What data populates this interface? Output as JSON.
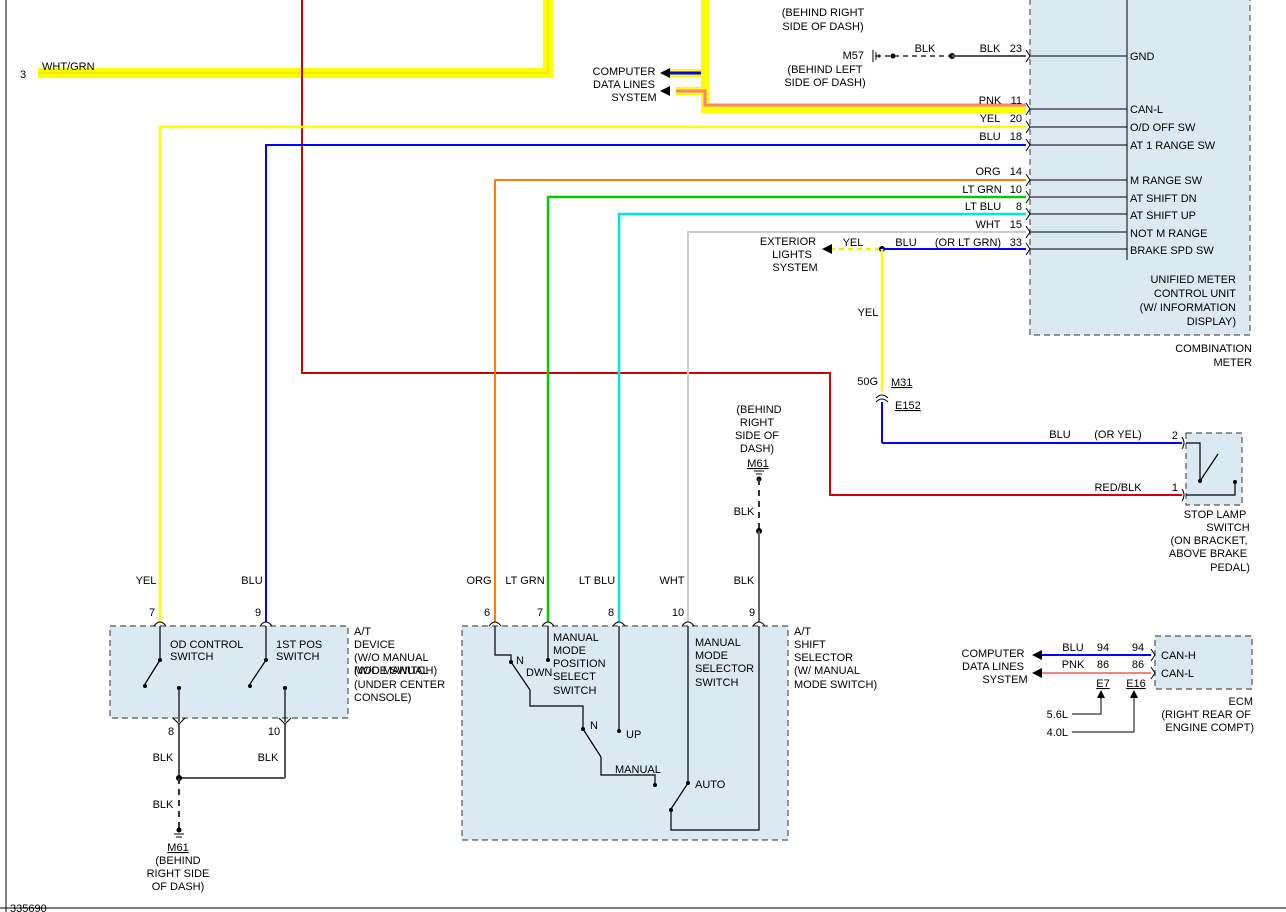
{
  "figure_id": "335690",
  "computer_data_lines": "COMPUTER DATA LINES SYSTEM",
  "combination_meter": {
    "unit_label": [
      "UNIFIED METER",
      "CONTROL UNIT",
      "(W/ INFORMATION",
      "DISPLAY)"
    ],
    "name": [
      "COMBINATION",
      "METER"
    ],
    "pins": [
      {
        "wire": "BLK",
        "pin": "23",
        "name": "GND"
      },
      {
        "wire": "PNK",
        "pin": "11",
        "name": "CAN-L"
      },
      {
        "wire": "YEL",
        "pin": "20",
        "name": "O/D OFF SW"
      },
      {
        "wire": "BLU",
        "pin": "18",
        "name": "AT 1 RANGE SW"
      },
      {
        "wire": "ORG",
        "pin": "14",
        "name": "M RANGE SW"
      },
      {
        "wire": "LT GRN",
        "pin": "10",
        "name": "AT SHIFT DN"
      },
      {
        "wire": "LT BLU",
        "pin": "8",
        "name": "AT SHIFT UP"
      },
      {
        "wire": "WHT",
        "pin": "15",
        "name": "NOT M RANGE"
      },
      {
        "wire": "(OR LT GRN)",
        "pin": "33",
        "name": "BRAKE SPD SW"
      }
    ]
  },
  "ground_m57": {
    "label": "M57",
    "location": [
      "(BEHIND LEFT",
      "SIDE OF DASH)"
    ],
    "wire1": "BLK",
    "top_location": [
      "(BEHIND RIGHT",
      "SIDE OF DASH)"
    ]
  },
  "wht_grn": {
    "pin": "3",
    "wire": "WHT/GRN"
  },
  "exterior_lights": {
    "label": [
      "EXTERIOR",
      "LIGHTS",
      "SYSTEM"
    ],
    "wire_yel": "YEL",
    "wire_blu": "BLU",
    "wire_down": "YEL"
  },
  "connector_m31": {
    "pin": "50G",
    "top": "M31",
    "bottom": "E152"
  },
  "stop_lamp": {
    "wire_blu": "BLU",
    "wire_or": "(OR YEL)",
    "pin2": "2",
    "wire_red": "RED/BLK",
    "pin1": "1",
    "label": [
      "STOP LAMP",
      "SWITCH",
      "(ON BRACKET,",
      "ABOVE BRAKE",
      "PEDAL)"
    ]
  },
  "ground_m61_right": {
    "location": [
      "(BEHIND",
      "RIGHT",
      "SIDE OF",
      "DASH)"
    ],
    "label": "M61",
    "wire": "BLK"
  },
  "at_device": {
    "wires": [
      {
        "label": "YEL",
        "pin": "7"
      },
      {
        "label": "BLU",
        "pin": "9"
      }
    ],
    "sw1": [
      "OD CONTROL",
      "SWITCH"
    ],
    "sw2": [
      "1ST POS",
      "SWITCH"
    ],
    "label": [
      "A/T",
      "DEVICE",
      "(W/O MANUAL",
      "MODE SWITCH)",
      "(UNDER CENTER",
      "CONSOLE)"
    ],
    "pin_b1": "8",
    "pin_b2": "10",
    "blk1": "BLK",
    "blk2": "BLK",
    "blk3": "BLK",
    "ground": {
      "label": "M61",
      "location": [
        "(BEHIND",
        "RIGHT SIDE",
        "OF DASH)"
      ]
    }
  },
  "shift_selector": {
    "wires": [
      {
        "label": "ORG",
        "pin": "6"
      },
      {
        "label": "LT GRN",
        "pin": "7"
      },
      {
        "label": "LT BLU",
        "pin": "8"
      },
      {
        "label": "WHT",
        "pin": "10"
      },
      {
        "label": "BLK",
        "pin": "9"
      }
    ],
    "sw1": [
      "MANUAL",
      "MODE",
      "POSITION",
      "SELECT",
      "SWITCH"
    ],
    "sw2": [
      "MANUAL",
      "MODE",
      "SELECTOR",
      "SWITCH"
    ],
    "pos_n1": "N",
    "pos_dwn": "DWN",
    "pos_n2": "N",
    "pos_up": "UP",
    "pos_manual": "MANUAL",
    "pos_auto": "AUTO",
    "label": [
      "A/T",
      "SHIFT",
      "SELECTOR",
      "(W/ MANUAL",
      "MODE SWITCH)"
    ]
  },
  "ecm": {
    "lines": [
      {
        "wire": "BLU",
        "pin_left": "94",
        "pin_right": "94",
        "name": "CAN-H"
      },
      {
        "wire": "PNK",
        "pin_left": "86",
        "pin_right": "86",
        "name": "CAN-L"
      }
    ],
    "conn1": "E7",
    "conn2": "E16",
    "v1": "5.6L",
    "v2": "4.0L",
    "label": [
      "ECM",
      "(RIGHT REAR OF",
      "ENGINE COMPT)"
    ]
  },
  "colors": {
    "yellow": "#ffff00",
    "blue": "#0000ff",
    "orange": "#ff8000",
    "green": "#00cc00",
    "ltblue": "#00e5e5",
    "white_wire": "#cccccc",
    "red": "#cc0000",
    "pink": "#ff8080",
    "box": "#dbe9f3"
  }
}
